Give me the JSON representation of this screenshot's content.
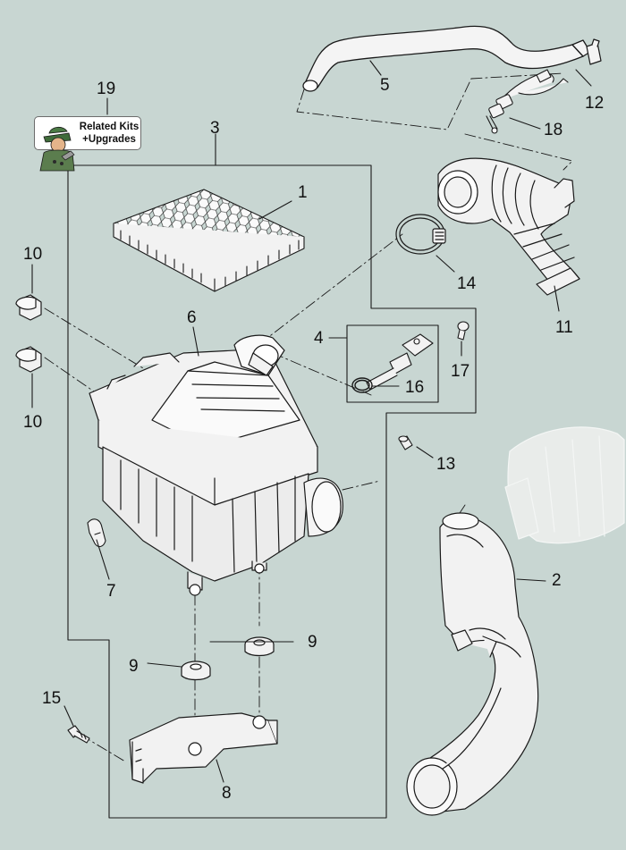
{
  "diagram": {
    "callouts": [
      {
        "id": "c1",
        "label": "1"
      },
      {
        "id": "c2",
        "label": "2"
      },
      {
        "id": "c3",
        "label": "3"
      },
      {
        "id": "c4",
        "label": "4"
      },
      {
        "id": "c5",
        "label": "5"
      },
      {
        "id": "c6",
        "label": "6"
      },
      {
        "id": "c7",
        "label": "7"
      },
      {
        "id": "c8",
        "label": "8"
      },
      {
        "id": "c9a",
        "label": "9"
      },
      {
        "id": "c9b",
        "label": "9"
      },
      {
        "id": "c10a",
        "label": "10"
      },
      {
        "id": "c10b",
        "label": "10"
      },
      {
        "id": "c11",
        "label": "11"
      },
      {
        "id": "c12",
        "label": "12"
      },
      {
        "id": "c13",
        "label": "13"
      },
      {
        "id": "c14",
        "label": "14"
      },
      {
        "id": "c15",
        "label": "15"
      },
      {
        "id": "c16",
        "label": "16"
      },
      {
        "id": "c17",
        "label": "17"
      },
      {
        "id": "c18",
        "label": "18"
      },
      {
        "id": "c19",
        "label": "19"
      }
    ],
    "badge": {
      "line1": "Related Kits",
      "line2": "+Upgrades"
    }
  },
  "colors": {
    "background": "#c8d6d2",
    "line": "#1a1a1a",
    "part_fill": "#f2f2f2",
    "ghost_part": "#e6e6e6"
  }
}
